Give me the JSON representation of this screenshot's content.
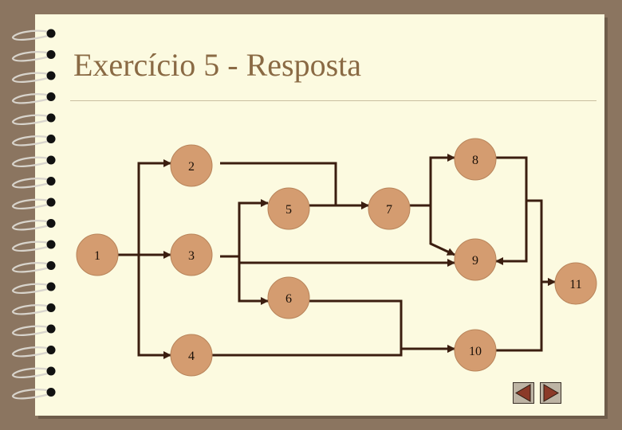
{
  "slide": {
    "title": "Exercício 5 - Resposta"
  },
  "diagram": {
    "nodes": [
      {
        "id": "1",
        "label": "1"
      },
      {
        "id": "2",
        "label": "2"
      },
      {
        "id": "3",
        "label": "3"
      },
      {
        "id": "4",
        "label": "4"
      },
      {
        "id": "5",
        "label": "5"
      },
      {
        "id": "6",
        "label": "6"
      },
      {
        "id": "7",
        "label": "7"
      },
      {
        "id": "8",
        "label": "8"
      },
      {
        "id": "9",
        "label": "9"
      },
      {
        "id": "10",
        "label": "10"
      },
      {
        "id": "11",
        "label": "11"
      }
    ],
    "edges": [
      [
        "1",
        "2"
      ],
      [
        "1",
        "3"
      ],
      [
        "1",
        "4"
      ],
      [
        "2",
        "7"
      ],
      [
        "3",
        "5"
      ],
      [
        "3",
        "6"
      ],
      [
        "3",
        "9"
      ],
      [
        "5",
        "7"
      ],
      [
        "6",
        "10"
      ],
      [
        "4",
        "10"
      ],
      [
        "7",
        "8"
      ],
      [
        "7",
        "9"
      ],
      [
        "8",
        "11"
      ],
      [
        "9",
        "11"
      ],
      [
        "10",
        "11"
      ]
    ]
  },
  "nav": {
    "prev_icon": "triangle-left-icon",
    "next_icon": "triangle-right-icon"
  },
  "colors": {
    "node_fill": "#d49c70",
    "edge": "#3b1e10",
    "title": "#8a6a44",
    "page": "#fcfae0",
    "background": "#8b7560"
  }
}
